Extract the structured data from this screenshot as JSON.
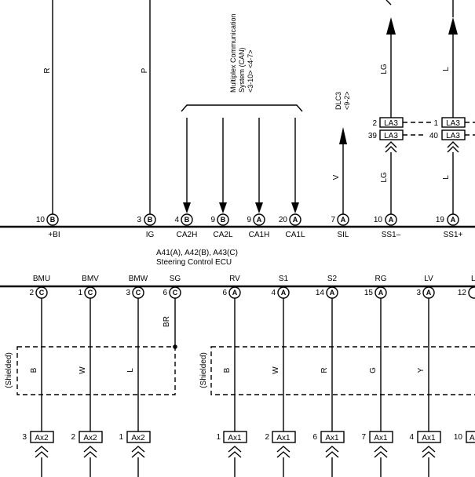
{
  "ecu": {
    "connector_line": "A41(A), A42(B), A43(C)",
    "name": "Steering Control ECU"
  },
  "can_note": {
    "line1": "Multiplex Communication",
    "line2": "System (CAN)",
    "line3": "<3-10> <4-7>"
  },
  "dlc_note": {
    "line1": "DLC3",
    "line2": "<9-2>"
  },
  "upper_wires": [
    {
      "color": "R",
      "pin_no": "10",
      "conn": "B",
      "terminal": "+BI"
    },
    {
      "color": "P",
      "pin_no": "3",
      "conn": "B",
      "terminal": "IG"
    },
    {
      "color": "",
      "pin_no": "4",
      "conn": "B",
      "terminal": "CA2H"
    },
    {
      "color": "",
      "pin_no": "9",
      "conn": "B",
      "terminal": "CA2L"
    },
    {
      "color": "",
      "pin_no": "9",
      "conn": "A",
      "terminal": "CA1H"
    },
    {
      "color": "",
      "pin_no": "20",
      "conn": "A",
      "terminal": "CA1L"
    },
    {
      "color": "V",
      "pin_no": "7",
      "conn": "A",
      "terminal": "SIL"
    },
    {
      "color": "LG",
      "color_top": "LG",
      "pin_no": "10",
      "conn": "A",
      "terminal": "SS1–",
      "la_top": "2",
      "la_bottom": "39",
      "la_name": "LA3"
    },
    {
      "color": "L",
      "color_top": "L",
      "pin_no": "19",
      "conn": "A",
      "terminal": "SS1+",
      "la_top": "1",
      "la_bottom": "40",
      "la_name": "LA3"
    }
  ],
  "lower_wires": [
    {
      "terminal": "BMU",
      "pin_no": "2",
      "conn": "C",
      "color": "B",
      "ax_no": "3",
      "ax_name": "Ax2"
    },
    {
      "terminal": "BMV",
      "pin_no": "1",
      "conn": "C",
      "color": "W",
      "ax_no": "2",
      "ax_name": "Ax2"
    },
    {
      "terminal": "BMW",
      "pin_no": "3",
      "conn": "C",
      "color": "L",
      "ax_no": "1",
      "ax_name": "Ax2"
    },
    {
      "terminal": "SG",
      "pin_no": "6",
      "conn": "C",
      "color": "BR"
    },
    {
      "terminal": "RV",
      "pin_no": "6",
      "conn": "A",
      "color": "B",
      "ax_no": "1",
      "ax_name": "Ax1"
    },
    {
      "terminal": "S1",
      "pin_no": "4",
      "conn": "A",
      "color": "W",
      "ax_no": "2",
      "ax_name": "Ax1"
    },
    {
      "terminal": "S2",
      "pin_no": "14",
      "conn": "A",
      "color": "R",
      "ax_no": "6",
      "ax_name": "Ax1"
    },
    {
      "terminal": "RG",
      "pin_no": "15",
      "conn": "A",
      "color": "G",
      "ax_no": "7",
      "ax_name": "Ax1"
    },
    {
      "terminal": "LV",
      "pin_no": "3",
      "conn": "A",
      "color": "Y",
      "ax_no": "4",
      "ax_name": "Ax1"
    },
    {
      "terminal": "L",
      "pin_no": "12",
      "conn": "",
      "color": "",
      "ax_no": "10",
      "ax_name": "A"
    }
  ],
  "shield_label": "(Shielded)"
}
